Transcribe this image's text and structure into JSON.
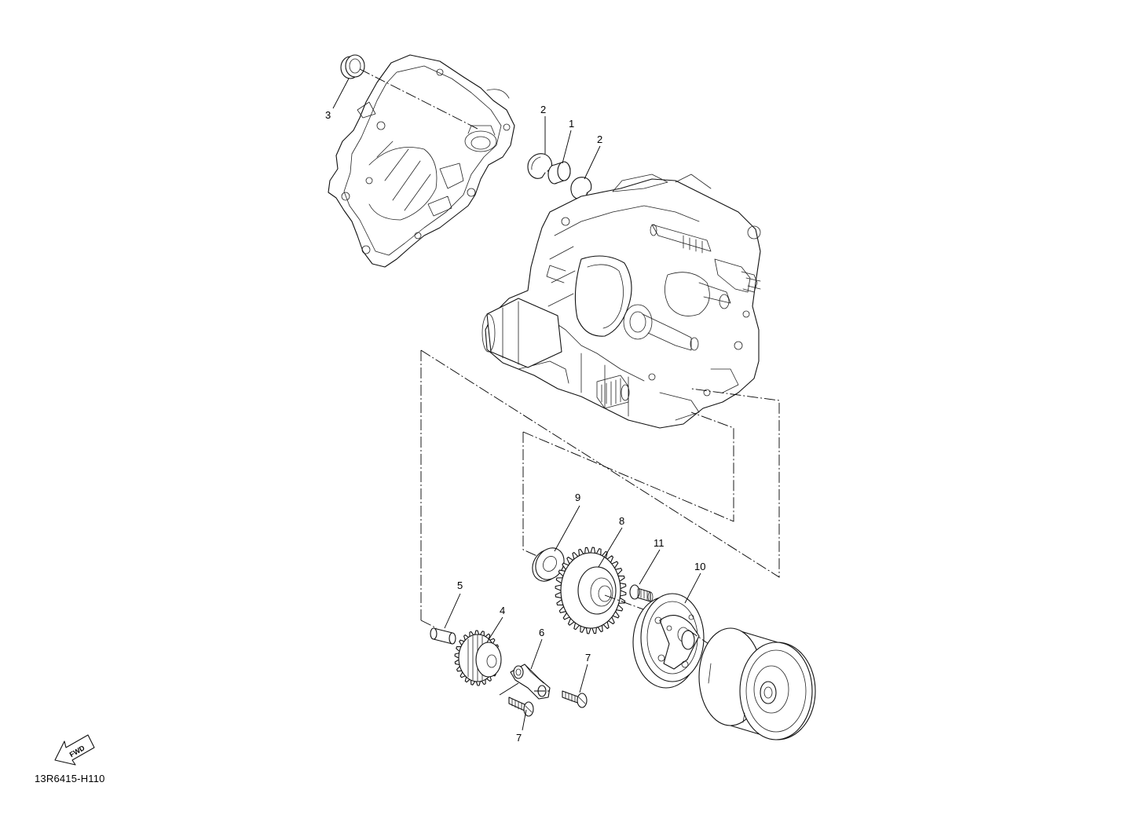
{
  "diagram": {
    "code": "13R6415-H110",
    "fwd_label": "FWD",
    "callouts": {
      "c1": "1",
      "c2a": "2",
      "c2b": "2",
      "c3": "3",
      "c4": "4",
      "c5": "5",
      "c6": "6",
      "c7a": "7",
      "c7b": "7",
      "c8": "8",
      "c9": "9",
      "c10": "10",
      "c11": "11"
    },
    "gears": [
      {
        "id": "gear-8",
        "teeth": 32
      },
      {
        "id": "gear-4",
        "teeth": 22
      }
    ]
  }
}
